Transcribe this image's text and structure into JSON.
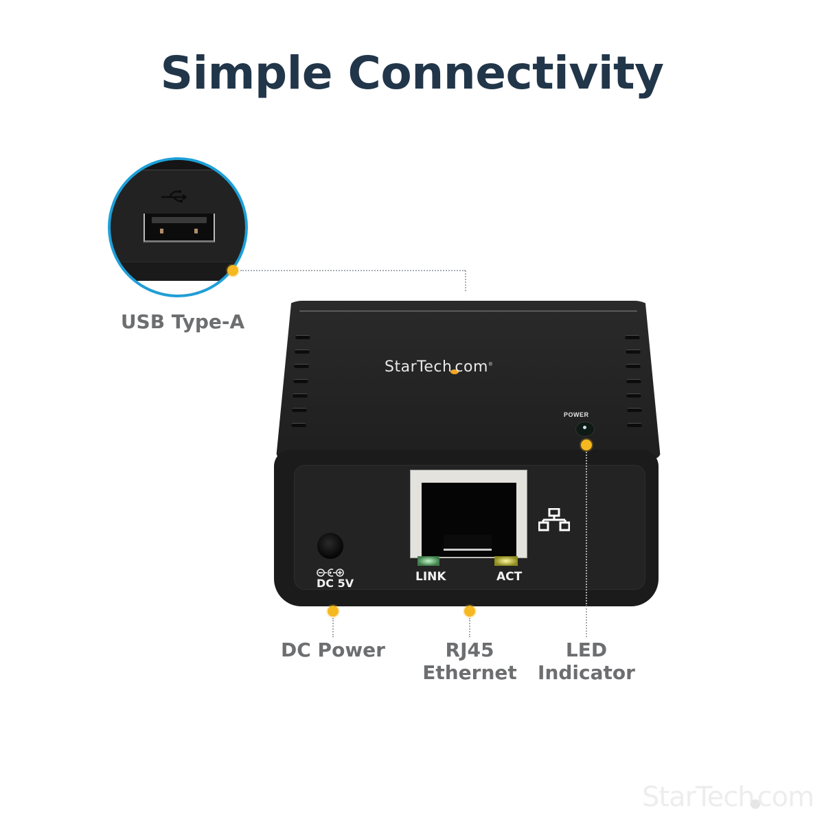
{
  "header": {
    "title": "Simple Connectivity"
  },
  "product": {
    "brand_left": "StarTech",
    "brand_right": "com",
    "brand_mark": "®",
    "power_label": "POWER",
    "port_labels": {
      "link": "LINK",
      "act": "ACT",
      "dc": "DC 5V",
      "dc_symbol": "⊖-⊂-⊕"
    },
    "usb_symbol": "⭠"
  },
  "callouts": [
    {
      "id": "usb",
      "label": "USB Type-A"
    },
    {
      "id": "dc",
      "label": "DC Power"
    },
    {
      "id": "rj45",
      "label_line1": "RJ45",
      "label_line2": "Ethernet"
    },
    {
      "id": "led",
      "label_line1": "LED",
      "label_line2": "Indicator"
    }
  ],
  "watermark": {
    "left": "StarTech",
    "right": "com"
  },
  "colors": {
    "title": "#22364a",
    "label": "#6d6e70",
    "accent_dot": "#f5b821",
    "zoom_ring": "#1e9fd8",
    "device": "#1f1f1f"
  }
}
